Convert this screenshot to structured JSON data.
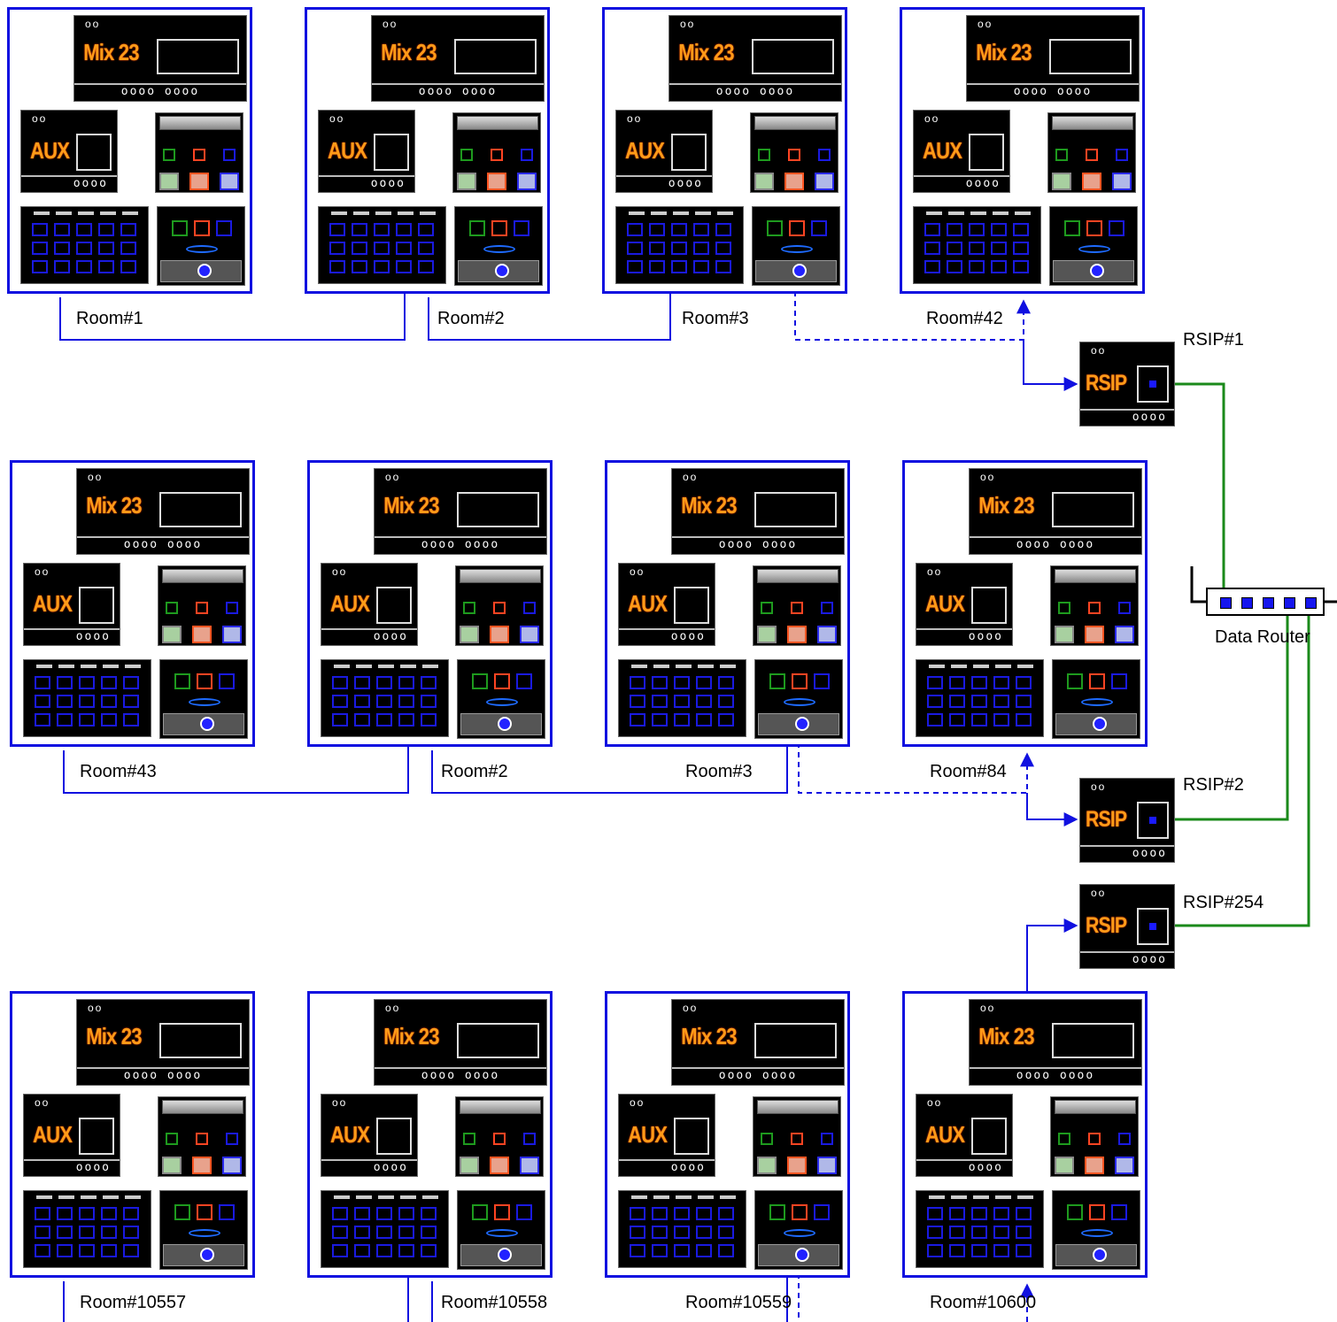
{
  "device_text": {
    "mixer": "Mix 23",
    "aux": "AUX",
    "rsip": "RSIP",
    "dots_two": "oo",
    "dots_four": "oooo",
    "dots_eight": "oooo oooo"
  },
  "rooms": [
    {
      "label": "Room#1"
    },
    {
      "label": "Room#2"
    },
    {
      "label": "Room#3"
    },
    {
      "label": "Room#42"
    },
    {
      "label": "Room#43"
    },
    {
      "label": "Room#2"
    },
    {
      "label": "Room#3"
    },
    {
      "label": "Room#84"
    },
    {
      "label": "Room#10557"
    },
    {
      "label": "Room#10558"
    },
    {
      "label": "Room#10559"
    },
    {
      "label": "Room#10600"
    }
  ],
  "rsips": [
    {
      "label": "RSIP#1"
    },
    {
      "label": "RSIP#2"
    },
    {
      "label": "RSIP#254"
    }
  ],
  "router": {
    "label": "Data Router",
    "ports": 5
  },
  "colors": {
    "room_border": "#1010e0",
    "bus_wire": "#1010e0",
    "data_wire": "#1a8a1a",
    "brand_text": "#ff9b18"
  }
}
